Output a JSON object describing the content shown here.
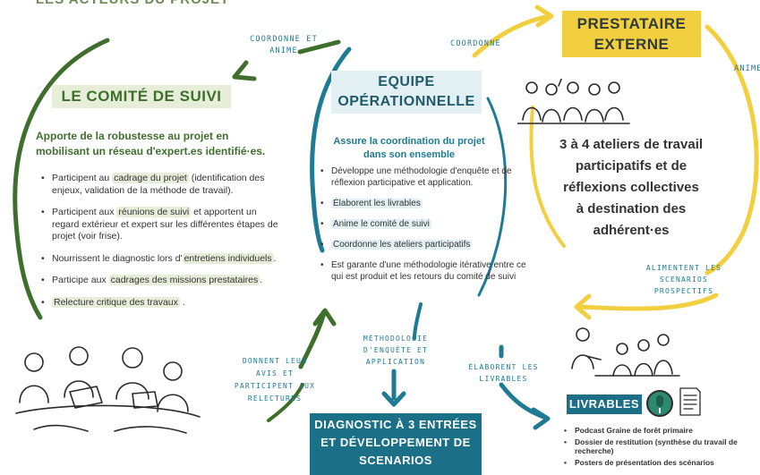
{
  "top_cut_text": "LES ACTEURS DU PROJET",
  "comite": {
    "title": "LE COMITÉ DE SUIVI",
    "subtitle_line1": "Apporte de la robustesse au projet en",
    "subtitle_line2": "mobilisant un réseau d'expert.es identifié·es.",
    "items": [
      {
        "pre": "Participent au ",
        "hl": "cadrage du projet",
        "post": " (identification des enjeux, validation de la méthode de travail)."
      },
      {
        "pre": "Participent aux ",
        "hl": "réunions de suivi",
        "post": " et apportent un regard extérieur et expert sur les différentes étapes de projet (voir frise)."
      },
      {
        "pre": "Nourrissent le diagnostic lors d'",
        "hl": "entretiens individuels",
        "post": "."
      },
      {
        "pre": "Participe aux ",
        "hl": "cadrages des missions prestataires",
        "post": "."
      },
      {
        "pre": "",
        "hl": "Relecture critique des travaux",
        "post": " ."
      }
    ]
  },
  "equipe": {
    "title_line1": "EQUIPE",
    "title_line2": "OPÉRATIONNELLE",
    "subtitle_line1": "Assure la coordination du projet",
    "subtitle_line2": "dans son ensemble",
    "items": [
      {
        "pre": "",
        "hl": "",
        "post": "Développe une méthodologie d'enquête et de réflexion participative et application."
      },
      {
        "pre": "",
        "hl": "Élaborent les livrables",
        "post": ""
      },
      {
        "pre": "",
        "hl": "Anime le comité de suivi",
        "post": ""
      },
      {
        "pre": "",
        "hl": "Coordonne les ateliers participatifs",
        "post": ""
      },
      {
        "pre": "",
        "hl": "",
        "post": "Est garante d'une méthodologie itérative entre ce qui est produit et les retours du comité de suivi"
      }
    ]
  },
  "prestataire": {
    "title_line1": "PRESTATAIRE",
    "title_line2": "EXTERNE",
    "workshops_line1": "3 à 4 ateliers de travail",
    "workshops_line2": "participatifs et de",
    "workshops_line3": "réflexions collectives",
    "workshops_line4": "à destination des",
    "workshops_line5": "adhérent·es"
  },
  "arrow_labels": {
    "coordonne_et_anime_1": "COORDONNE ET",
    "coordonne_et_anime_2": "ANIME",
    "coordonne": "COORDONNE",
    "anime": "ANIME",
    "alimentent_1": "ALIMENTENT LES",
    "alimentent_2": "SCENARIOS",
    "alimentent_3": "PROSPECTIFS",
    "methodologie_1": "MÉTHODOLOGIE",
    "methodologie_2": "D'ENQUÊTE ET",
    "methodologie_3": "APPLICATION",
    "elaborent_1": "ÉLABORENT LES",
    "elaborent_2": "LIVRABLES",
    "donnent_1": "DONNENT LEUR",
    "donnent_2": "AVIS ET",
    "donnent_3": "PARTICIPENT AUX",
    "donnent_4": "RELECTURES"
  },
  "diagnostic": {
    "line1": "DIAGNOSTIC À 3 ENTRÉES",
    "line2": "ET DÉVELOPPEMENT DE",
    "line3": "SCENARIOS"
  },
  "livrables": {
    "title": "LIVRABLES",
    "items": [
      "Podcast Graine de forêt primaire",
      "Dossier de restitution (synthèse du travail de recherche)",
      "Posters de présentation des scénarios"
    ]
  },
  "colors": {
    "green": "#3f6f2c",
    "green_highlight": "#e6eed9",
    "blue": "#1f7a93",
    "blue_highlight": "#e3f0f3",
    "yellow": "#f2cf3f",
    "dark_blue_box": "#1b6f86"
  },
  "icons": {
    "people_group_top_right": "people-group-icon",
    "people_group_bottom_left": "people-at-table-icon",
    "people_group_bottom_right": "people-group-icon",
    "microphone": "microphone-icon",
    "document": "document-icon"
  }
}
